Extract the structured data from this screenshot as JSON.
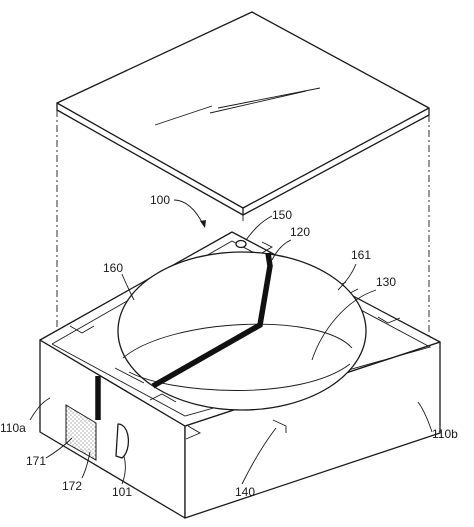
{
  "labels": {
    "l100": "100",
    "l150": "150",
    "l120": "120",
    "l160": "160",
    "l161": "161",
    "l130": "130",
    "l110a": "110a",
    "l110b": "110b",
    "l171": "171",
    "l172": "172",
    "l101": "101",
    "l140": "140"
  }
}
